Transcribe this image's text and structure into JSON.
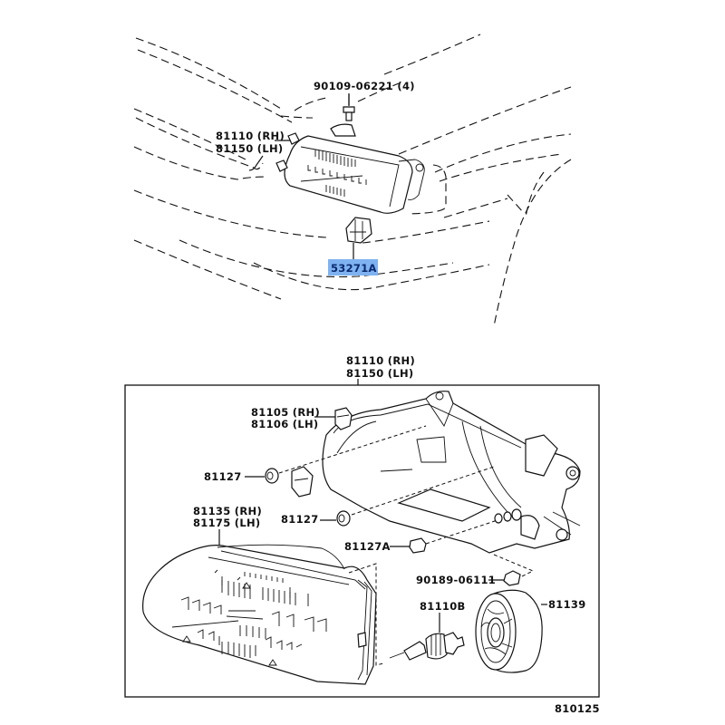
{
  "diagram": {
    "callouts": {
      "bolt_top": "90109-06221 (4)",
      "headlamp_top_rh": "81110 (RH)",
      "headlamp_top_lh": "81150 (LH)",
      "clip_highlighted": "53271A",
      "assembly_rh": "81110 (RH)",
      "assembly_lh": "81150 (LH)",
      "bracket_rh": "81105 (RH)",
      "bracket_lh": "81106 (LH)",
      "retainer_1": "81127",
      "retainer_2": "81127",
      "retainer_a": "81127A",
      "lens_rh": "81135 (RH)",
      "lens_lh": "81175 (LH)",
      "nut": "90189-06111",
      "bulb": "81110B",
      "cover": "81139"
    },
    "figure_number": "810125",
    "highlight_color": "#7fb2f0"
  }
}
